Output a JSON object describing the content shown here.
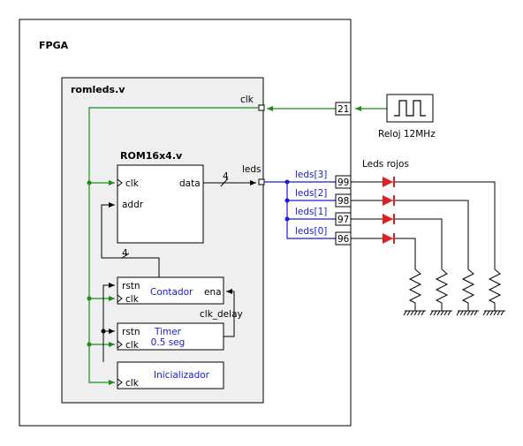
{
  "fpga": {
    "title": "FPGA"
  },
  "module": {
    "title": "romleds.v",
    "port_clk": "clk",
    "port_leds": "leds"
  },
  "rom": {
    "title": "ROM16x4.v",
    "clk": "clk",
    "data": "data",
    "addr": "addr",
    "bus_width": "4"
  },
  "contador": {
    "name": "Contador",
    "rstn": "rstn",
    "clk": "clk",
    "ena": "ena",
    "bus_width": "4"
  },
  "timer": {
    "name_line1": "Timer",
    "name_line2": "0.5 seg",
    "rstn": "rstn",
    "clk": "clk",
    "signal": "clk_delay"
  },
  "inicializador": {
    "name": "Inicializador",
    "clk": "clk"
  },
  "clock": {
    "pin": "21",
    "label": "Reloj 12MHz"
  },
  "leds": {
    "title": "Leds rojos",
    "items": [
      {
        "net": "leds[3]",
        "pin": "99"
      },
      {
        "net": "leds[2]",
        "pin": "98"
      },
      {
        "net": "leds[1]",
        "pin": "97"
      },
      {
        "net": "leds[0]",
        "pin": "96"
      }
    ]
  },
  "colors": {
    "clock_wire": "#1a8c1a",
    "bus_wire": "#1a1ad6",
    "led": "#e02020",
    "module_fill": "#efefef"
  }
}
